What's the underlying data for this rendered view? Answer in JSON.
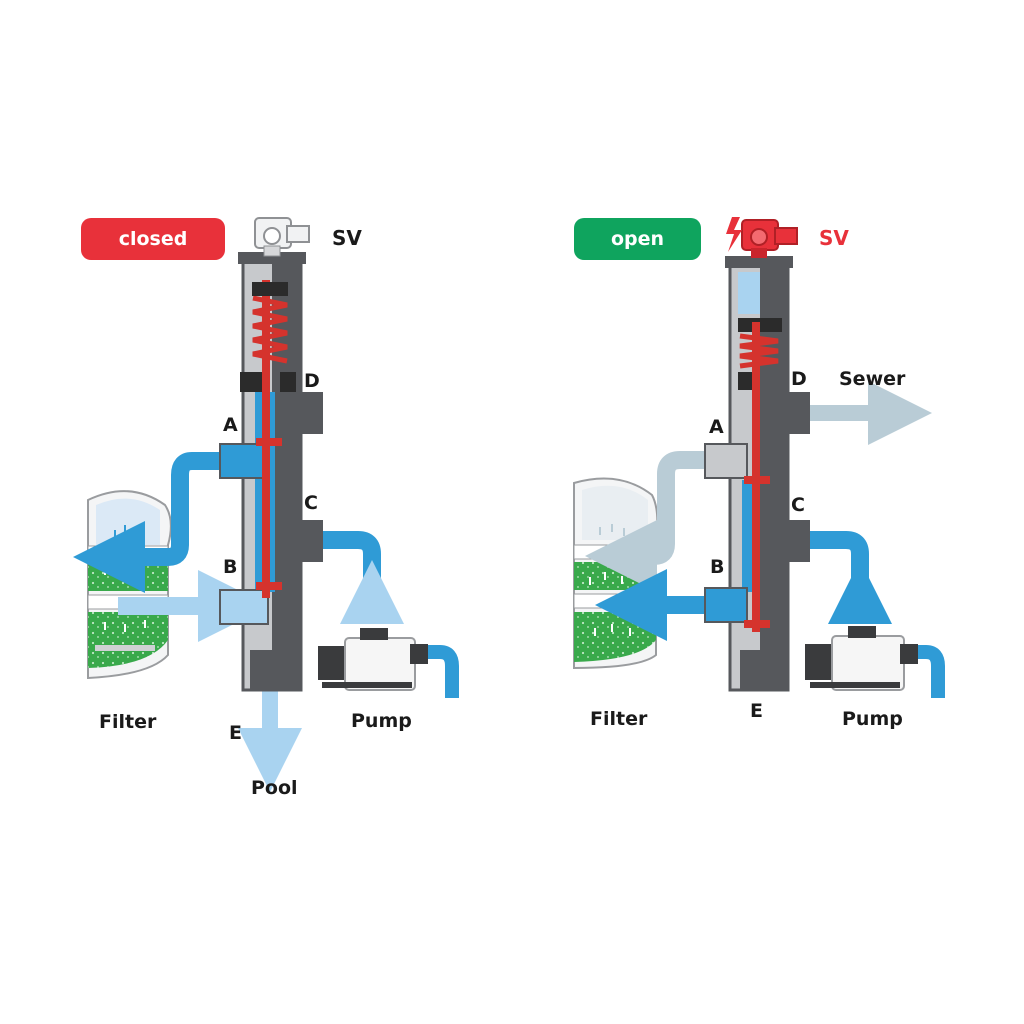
{
  "colors": {
    "closed": "#e8313a",
    "open": "#0fa45e",
    "water_dark": "#2f9bd6",
    "water_light": "#a9d3f0",
    "water_grey": "#b9ccd6",
    "spring_red": "#d5332d",
    "housing_dark": "#56585c",
    "housing_light": "#c7c9cc",
    "filter_green": "#39a94b"
  },
  "left_panel": {
    "status": "closed",
    "sv": "SV",
    "ports": {
      "a": "A",
      "b": "B",
      "c": "C",
      "d": "D",
      "e": "E"
    },
    "filter": "Filter",
    "pump": "Pump",
    "pool": "Pool"
  },
  "right_panel": {
    "status": "open",
    "sv": "SV",
    "ports": {
      "a": "A",
      "b": "B",
      "c": "C",
      "d": "D",
      "e": "E"
    },
    "filter": "Filter",
    "pump": "Pump",
    "sewer": "Sewer"
  }
}
